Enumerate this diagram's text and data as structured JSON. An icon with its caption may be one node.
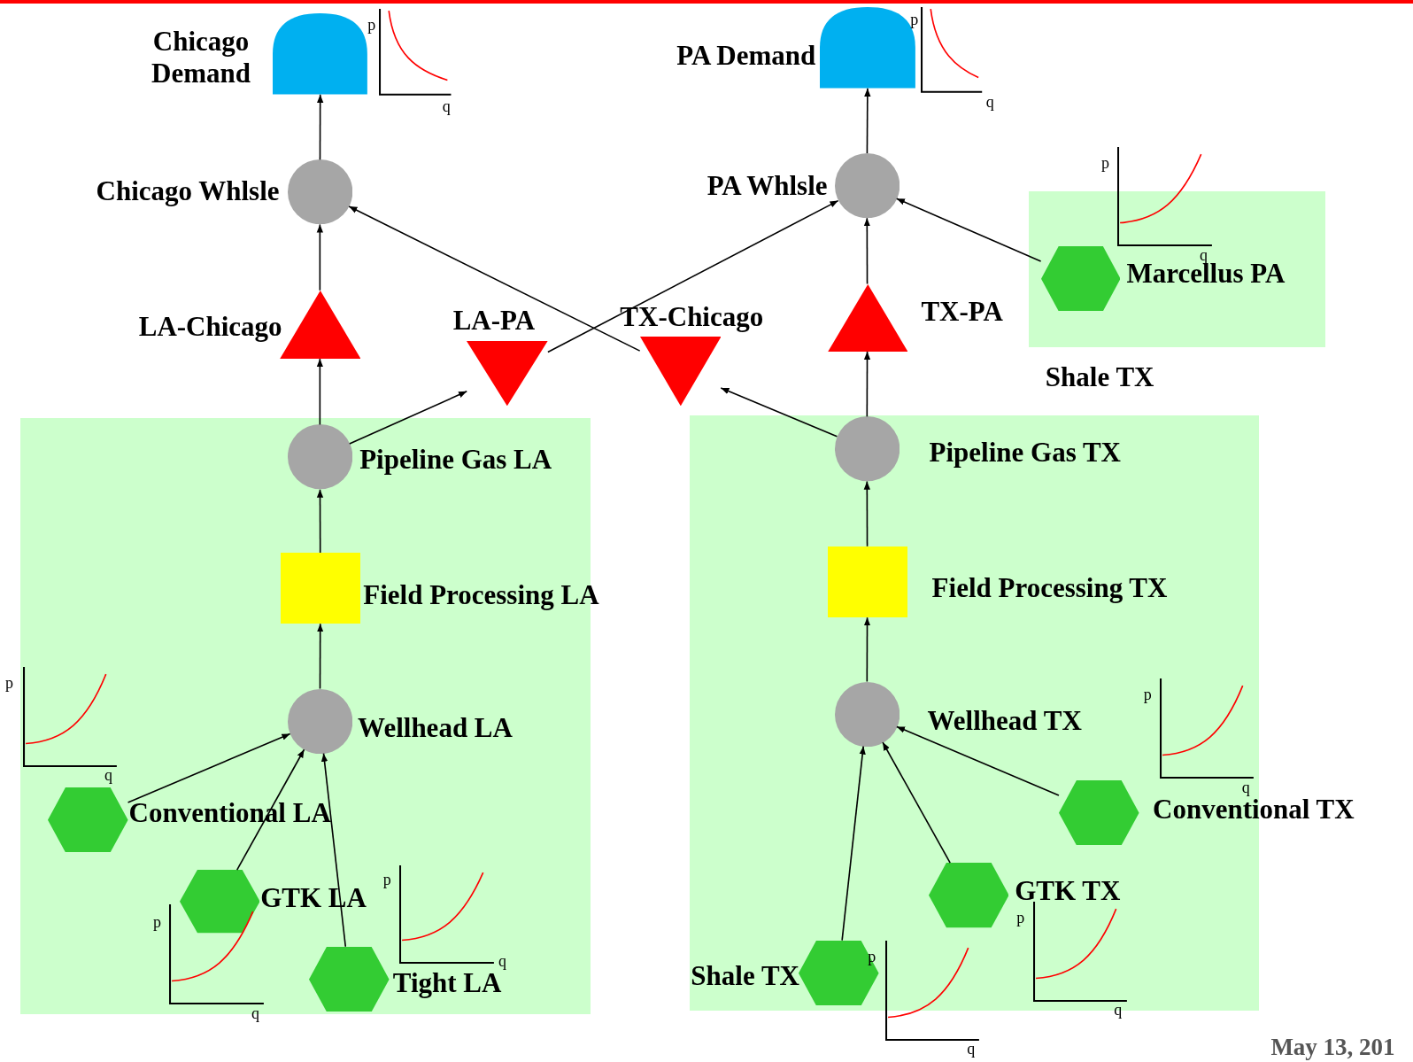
{
  "diagram": {
    "nodes": [
      {
        "text": [
          "Chicago Demand"
        ]
      },
      {
        "text": [
          "PA Demand"
        ]
      },
      {
        "text": [
          "Chicago Whlsle"
        ]
      },
      {
        "text": [
          "PA Whlsle"
        ]
      },
      {
        "text": [
          "LA-Chicago"
        ]
      },
      {
        "text": [
          "LA-PA"
        ]
      },
      {
        "text": [
          "TX-Chicago"
        ]
      },
      {
        "text": [
          "TX-PA"
        ]
      },
      {
        "text": [
          "Shale TX"
        ]
      },
      {
        "text": [
          "Marcellus PA"
        ],
        "in": 8
      },
      {
        "text": [],
        "shape": "box"
      },
      {
        "text": [
          "Pipeline Gas LA"
        ],
        "in": 10
      },
      {
        "text": [
          "Field Processing LA"
        ],
        "in": 10
      },
      {
        "text": [
          "Wellhead LA"
        ],
        "in": 10
      },
      {
        "text": [
          "Conventional LA"
        ],
        "in": 10
      },
      {
        "text": [
          "GTK LA"
        ],
        "in": 10
      },
      {
        "text": [
          "Tight LA"
        ],
        "in": 10
      },
      {
        "text": [],
        "shape": "box"
      },
      {
        "text": [
          "Pipeline Gas TX"
        ],
        "in": 17
      },
      {
        "text": [
          "Field Processing TX"
        ],
        "in": 17
      },
      {
        "text": [
          "Wellhead TX"
        ],
        "in": 17
      },
      {
        "text": [
          "Conventional TX"
        ],
        "in": 17
      },
      {
        "text": [
          "GTK TX"
        ],
        "in": 17
      },
      {
        "text": [
          "Shale TX"
        ],
        "in": 17
      }
    ],
    "edges": [
      {
        "from": 2,
        "to": 0,
        "arrow": "to"
      },
      {
        "from": 3,
        "to": 1,
        "arrow": "to"
      },
      {
        "from": 4,
        "to": 2,
        "arrow": "to"
      },
      {
        "from": 6,
        "to": 2,
        "arrow": "to"
      },
      {
        "from": 5,
        "to": 3,
        "arrow": "to"
      },
      {
        "from": 7,
        "to": 3,
        "arrow": "to"
      },
      {
        "from": 9,
        "to": 3,
        "arrow": "to"
      },
      {
        "from": 11,
        "to": 4,
        "arrow": "to"
      },
      {
        "from": 11,
        "to": 5,
        "arrow": "to"
      },
      {
        "from": 18,
        "to": 6,
        "arrow": "to"
      },
      {
        "from": 18,
        "to": 7,
        "arrow": "to"
      },
      {
        "from": 12,
        "to": 11,
        "arrow": "to"
      },
      {
        "from": 13,
        "to": 12,
        "arrow": "to"
      },
      {
        "from": 14,
        "to": 13,
        "arrow": "to"
      },
      {
        "from": 15,
        "to": 13,
        "arrow": "to"
      },
      {
        "from": 16,
        "to": 13,
        "arrow": "to"
      },
      {
        "from": 19,
        "to": 18,
        "arrow": "to"
      },
      {
        "from": 20,
        "to": 19,
        "arrow": "to"
      },
      {
        "from": 21,
        "to": 20,
        "arrow": "to"
      },
      {
        "from": 22,
        "to": 20,
        "arrow": "to"
      },
      {
        "from": 23,
        "to": 20,
        "arrow": "to"
      }
    ],
    "labels": [
      "p",
      "q",
      "p",
      "q",
      "p",
      "q",
      "p",
      "q",
      "p",
      "q",
      "p",
      "q",
      "p",
      "q",
      "p",
      "q",
      "p",
      "q",
      "May 13, 201"
    ]
  }
}
